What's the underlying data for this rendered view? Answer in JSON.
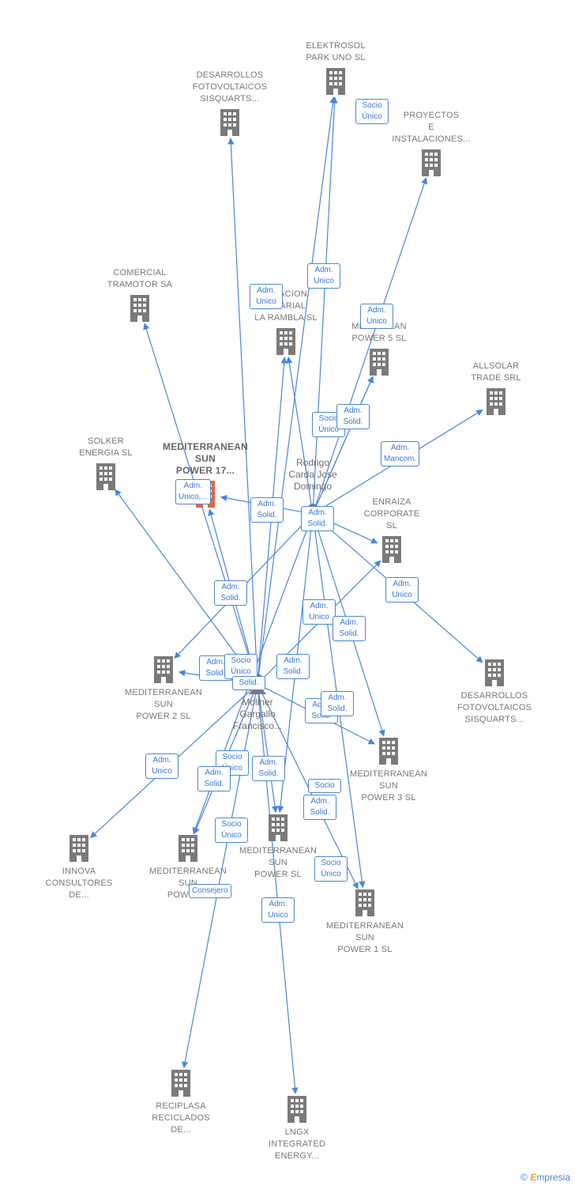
{
  "colors": {
    "edge": "#4a86d8",
    "building": "#7a7a7a",
    "main_building": "#e8643c",
    "person": "#7a7a7a"
  },
  "companies": [
    {
      "id": "elektrosol",
      "label": "ELEKTROSOL\nPARK UNO  SL"
    },
    {
      "id": "desarrollos_top",
      "label": "DESARROLLOS\nFOTOVOLTAICOS\nSISQUARTS..."
    },
    {
      "id": "proyectos",
      "label": "PROYECTOS\nE\nINSTALACIONES..."
    },
    {
      "id": "comercial",
      "label": "COMERCIAL\nTRAMOTOR SA"
    },
    {
      "id": "corporacion",
      "label": "...RACION\n...SARIAL\nLA RAMBLA SL"
    },
    {
      "id": "msun5",
      "label": "MEDI...NEAN\nPOWER 5  SL"
    },
    {
      "id": "allsolar",
      "label": "ALLSOLAR\nTRADE SRL"
    },
    {
      "id": "solker",
      "label": "SOLKER\nENERGIA SL"
    },
    {
      "id": "main",
      "label": "MEDITERRANEAN\nSUN\nPOWER 17..."
    },
    {
      "id": "enraiza",
      "label": "ENRAIZA\nCORPORATE\nSL"
    },
    {
      "id": "msun2",
      "label": "MEDITERRANEAN\nSUN\nPOWER 2  SL"
    },
    {
      "id": "desarrollos_right",
      "label": "DESARROLLOS\nFOTOVOLTAICOS\nSISQUARTS..."
    },
    {
      "id": "msun3",
      "label": "MEDITERRANEAN\nSUN\nPOWER 3  SL"
    },
    {
      "id": "innova",
      "label": "INNOVA\nCONSULTORES\nDE..."
    },
    {
      "id": "msun_power",
      "label": "MEDITERRANEAN\nSUN\nPOWER  SL"
    },
    {
      "id": "msun_left",
      "label": "MEDITERRANEAN\nSUN\nPOWER..."
    },
    {
      "id": "msun1",
      "label": "MEDITERRANEAN\nSUN\nPOWER 1  SL"
    },
    {
      "id": "reciplasa",
      "label": "RECIPLASA\nRECICLADOS\nDE..."
    },
    {
      "id": "lngx",
      "label": "LNGX\nINTEGRATED\nENERGY..."
    }
  ],
  "persons": [
    {
      "id": "rodrigo",
      "label": "Rodrigo\nCarda Jose\nDomingo"
    },
    {
      "id": "moliner",
      "label": "Moliner\nGargallo\nFrancisco..."
    }
  ],
  "edge_labels": [
    {
      "id": "el1",
      "text": "Socio\nÚnico"
    },
    {
      "id": "el2",
      "text": "Adm.\nUnico"
    },
    {
      "id": "el3",
      "text": "Adm.\nUnico"
    },
    {
      "id": "el4",
      "text": "Adm.\nUnico"
    },
    {
      "id": "el5",
      "text": "Socio\nÚnico"
    },
    {
      "id": "el6",
      "text": "Adm.\nSolid."
    },
    {
      "id": "el7",
      "text": "Adm.\nMancom."
    },
    {
      "id": "el8",
      "text": "Adm.\nUnico,..."
    },
    {
      "id": "el9",
      "text": "Adm.\nSolid."
    },
    {
      "id": "el10",
      "text": "Adm.\nSolid."
    },
    {
      "id": "el11",
      "text": "Adm.\nSolid."
    },
    {
      "id": "el12",
      "text": "Adm.\nUnico"
    },
    {
      "id": "el13",
      "text": "Adm.\nUnico"
    },
    {
      "id": "el14",
      "text": "Adm.\nSolid."
    },
    {
      "id": "el15",
      "text": "Adm.\nSolid."
    },
    {
      "id": "el16",
      "text": "Socio\nÚnico"
    },
    {
      "id": "el17",
      "text": "Solid."
    },
    {
      "id": "el18",
      "text": "Adm.\nSolid."
    },
    {
      "id": "el19",
      "text": "Adm.\nSolid."
    },
    {
      "id": "el20",
      "text": "Adm.\nSolid."
    },
    {
      "id": "el21",
      "text": "Adm.\nUnico"
    },
    {
      "id": "el22",
      "text": "Socio\nÚnico"
    },
    {
      "id": "el23",
      "text": "Adm.\nSolid."
    },
    {
      "id": "el24",
      "text": "Adm.\nSolid."
    },
    {
      "id": "el25",
      "text": "Socio"
    },
    {
      "id": "el26",
      "text": "Adm.\nSolid."
    },
    {
      "id": "el27",
      "text": "Socio\nÚnico"
    },
    {
      "id": "el28",
      "text": "Consejero"
    },
    {
      "id": "el29",
      "text": "Adm.\nUnico"
    },
    {
      "id": "el30",
      "text": "Socio\nÚnico"
    }
  ],
  "footer": {
    "copyright": "©",
    "brand_initial": "E",
    "brand_rest": "mpresia"
  }
}
